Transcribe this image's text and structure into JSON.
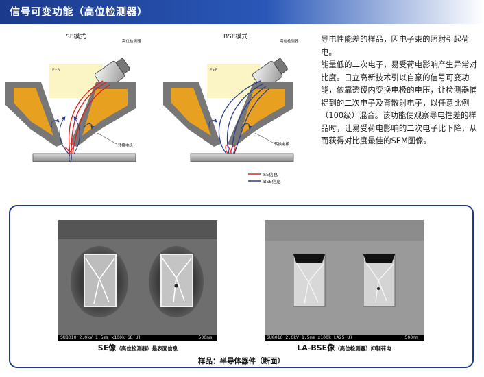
{
  "header": {
    "title": "信号可变功能（高位检测器）"
  },
  "diagram": {
    "se_mode_title": "SE模式",
    "bse_mode_title": "BSE模式",
    "detector_label": "高位检测器",
    "exb_label": "ExB",
    "electrode_label": "转换电极",
    "legend": [
      {
        "label": "SE信息",
        "color": "#e02020"
      },
      {
        "label": "BSE信息",
        "color": "#2a3d8f"
      }
    ]
  },
  "description": {
    "paragraphs": [
      "导电性能差的样品，因电子束的照射引起荷电。",
      "能量低的二次电子，易受荷电影响产生异常对比度。日立高新技术引以自豪的信号可变功能，依靠透镜内变换电极的电压，让检测器捕捉到的二次电子及背散射电子，以任意比例（100级）混合。该功能使观察导电性差的样品时，让易受荷电影响的二次电子比下降，从而获得对比度最佳的SEM图像。"
    ]
  },
  "images": [
    {
      "databar_left": "SU8010 2.0kV 1.5mm x100k SE(U)",
      "databar_right": "500nm",
      "caption_main": "SE像",
      "caption_small": "（高位检测器）最表面信息"
    },
    {
      "databar_left": "SU8010 2.0kV 1.5mm x100k LA25(U)",
      "databar_right": "500nm",
      "caption_main": "LA-BSE像",
      "caption_small": "（高位检测器）抑制荷电"
    }
  ],
  "sample_label": "样品：半导体器件（断面）",
  "colors": {
    "header": "#1b3a8c",
    "panel_border": "#1f3a8a",
    "se": "#e02020",
    "bse": "#2a3d8f",
    "pole": "#e8a020"
  }
}
